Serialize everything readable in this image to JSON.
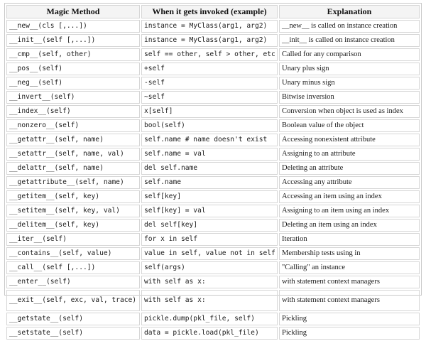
{
  "headers": [
    "Magic Method",
    "When it gets invoked (example)",
    "Explanation"
  ],
  "rows": [
    {
      "method": "__new__(cls [,...])",
      "invoked": "instance = MyClass(arg1, arg2)",
      "explanation": "__new__ is called on instance creation"
    },
    {
      "method": "__init__(self [,...])",
      "invoked": "instance = MyClass(arg1, arg2)",
      "explanation": "__init__ is called on instance creation"
    },
    {
      "method": "__cmp__(self, other)",
      "invoked": "self == other, self > other, etc.",
      "explanation": "Called for any comparison"
    },
    {
      "method": "__pos__(self)",
      "invoked": "+self",
      "explanation": "Unary plus sign"
    },
    {
      "method": "__neg__(self)",
      "invoked": "-self",
      "explanation": "Unary minus sign"
    },
    {
      "method": "__invert__(self)",
      "invoked": "~self",
      "explanation": "Bitwise inversion"
    },
    {
      "method": "__index__(self)",
      "invoked": "x[self]",
      "explanation": "Conversion when object is used as index"
    },
    {
      "method": "__nonzero__(self)",
      "invoked": "bool(self)",
      "explanation": "Boolean value of the object"
    },
    {
      "method": "__getattr__(self, name)",
      "invoked": "self.name # name doesn't exist",
      "explanation": "Accessing nonexistent attribute"
    },
    {
      "method": "__setattr__(self, name, val)",
      "invoked": "self.name = val",
      "explanation": "Assigning to an attribute"
    },
    {
      "method": "__delattr__(self, name)",
      "invoked": "del self.name",
      "explanation": "Deleting an attribute"
    },
    {
      "method": "__getattribute__(self, name)",
      "invoked": "self.name",
      "explanation": "Accessing any attribute"
    },
    {
      "method": "__getitem__(self, key)",
      "invoked": "self[key]",
      "explanation": "Accessing an item using an index"
    },
    {
      "method": "__setitem__(self, key, val)",
      "invoked": "self[key] = val",
      "explanation": "Assigning to an item using an index"
    },
    {
      "method": "__delitem__(self, key)",
      "invoked": "del self[key]",
      "explanation": "Deleting an item using an index"
    },
    {
      "method": "__iter__(self)",
      "invoked": "for x in self",
      "explanation": "Iteration"
    },
    {
      "method": "__contains__(self, value)",
      "invoked": "value in self, value not in self",
      "explanation": "Membership tests using in"
    },
    {
      "method": "__call__(self [,...])",
      "invoked": "self(args)",
      "explanation": "\"Calling\" an instance"
    },
    {
      "method": "__enter__(self)",
      "invoked": "with self as x:",
      "explanation": "with statement context managers"
    },
    {
      "method": "__exit__(self, exc, val, trace)",
      "invoked": "with self as x:",
      "explanation": "with statement context managers"
    },
    {
      "method": "__getstate__(self)",
      "invoked": "pickle.dump(pkl_file, self)",
      "explanation": "Pickling"
    },
    {
      "method": "__setstate__(self)",
      "invoked": "data = pickle.load(pkl_file)",
      "explanation": "Pickling"
    }
  ]
}
